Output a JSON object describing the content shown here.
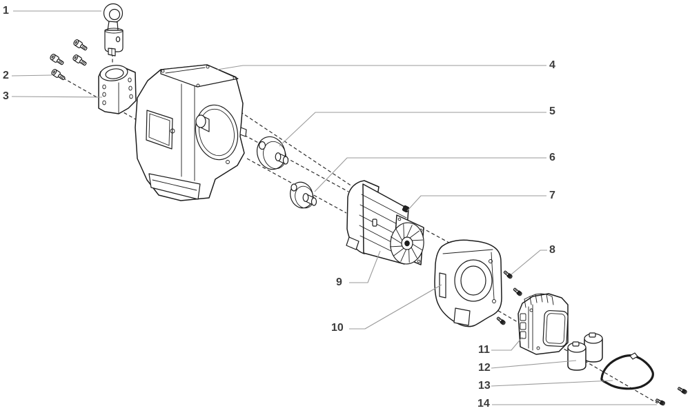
{
  "figure": {
    "kind": "exploded-parts-diagram",
    "background": "#ffffff",
    "colors": {
      "outline": "#1c1c1c",
      "leader_line": "#999999",
      "centerline_dash": "#2b2b2b",
      "label_text": "#3c3c3c"
    },
    "callouts": [
      {
        "label": "1",
        "part": "piston-rod"
      },
      {
        "label": "2",
        "part": "mounting-screws"
      },
      {
        "label": "3",
        "part": "pump-clamp-block"
      },
      {
        "label": "4",
        "part": "gearbox-housing"
      },
      {
        "label": "5",
        "part": "large-gear"
      },
      {
        "label": "6",
        "part": "small-gear"
      },
      {
        "label": "7",
        "part": "motor-terminal-screw"
      },
      {
        "label": "8",
        "part": "shroud-screw"
      },
      {
        "label": "9",
        "part": "motor"
      },
      {
        "label": "10",
        "part": "motor-shroud"
      },
      {
        "label": "11",
        "part": "control-module"
      },
      {
        "label": "12",
        "part": "capacitor"
      },
      {
        "label": "13",
        "part": "gasket"
      },
      {
        "label": "14",
        "part": "screw"
      }
    ]
  }
}
